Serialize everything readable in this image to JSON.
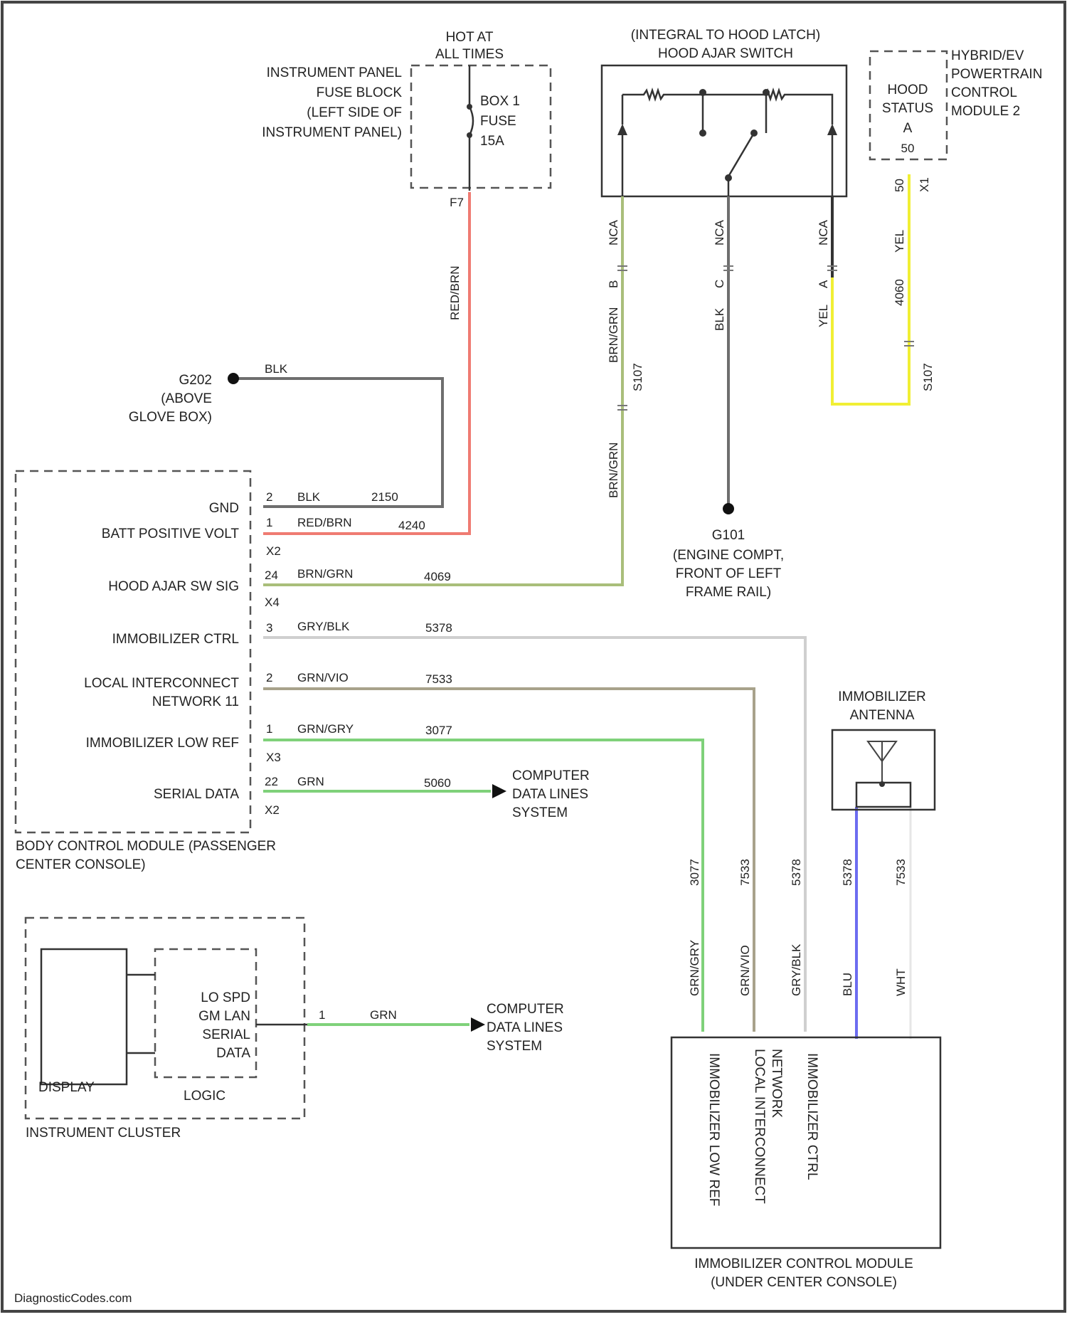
{
  "watermark": "DiagnosticCodes.com",
  "fuse": {
    "hot_label": [
      "HOT AT",
      "ALL TIMES"
    ],
    "block_label": [
      "INSTRUMENT PANEL",
      "FUSE BLOCK",
      "(LEFT SIDE OF",
      "INSTRUMENT PANEL)"
    ],
    "fuse_label": [
      "BOX 1",
      "FUSE",
      "15A"
    ]
  },
  "hood_switch": {
    "title": [
      "(INTEGRAL TO HOOD LATCH)",
      "HOOD AJAR SWITCH"
    ],
    "wire_ncb_left": "NCA",
    "wire_ncb_mid": "NCA",
    "wire_ncb_right": "NCA",
    "pin_b": "B",
    "pin_c": "C",
    "pin_a": "A",
    "wire_brn_grn_b": "BRN/GRN",
    "wire_blk_c": "BLK",
    "wire_yel_a": "YEL",
    "connector_s107a": "S107",
    "connector_s107b": "S107"
  },
  "hybrid_module": {
    "title": [
      "HYBRID/EV",
      "POWERTRAIN",
      "CONTROL",
      "MODULE 2"
    ],
    "status_label": [
      "HOOD",
      "STATUS"
    ],
    "pin_letter": "A",
    "connector": "X1",
    "pin": "50",
    "wire_color": "YEL",
    "circuit": "4060"
  },
  "ground_g202": {
    "name": "G202",
    "location": [
      "(ABOVE",
      "GLOVE BOX)"
    ],
    "wire": "BLK"
  },
  "ground_g101": {
    "name": "G101",
    "location": [
      "(ENGINE COMPT,",
      "FRONT OF LEFT",
      "FRAME RAIL)"
    ]
  },
  "circuits": {
    "red": "RED/BRN",
    "brngrn_vertical": "BRN/GRN",
    "brngrn_lower": "BRN/GRN",
    "circuit_4240": "4240",
    "pin_f7": "F7"
  },
  "bcm": {
    "title": [
      "BODY CONTROL MODULE (PASSENGER",
      "CENTER CONSOLE)"
    ],
    "rows": [
      {
        "label": "GND",
        "pin": "2",
        "color": "BLK",
        "circuit": "2150"
      },
      {
        "label": "BATT POSITIVE VOLT",
        "pin": "1",
        "color": "RED/BRN",
        "circuit": "4240",
        "conn": "X2"
      },
      {
        "label": "HOOD AJAR SW SIG",
        "pin": "24",
        "color": "BRN/GRN",
        "circuit": "4069",
        "conn": "X4"
      },
      {
        "label": "IMMOBILIZER CTRL",
        "pin": "3",
        "color": "GRY/BLK",
        "circuit": "5378"
      },
      {
        "label": "LOCAL INTERCONNECT",
        "label2": "NETWORK 11",
        "pin": "2",
        "color": "GRN/VIO",
        "circuit": "7533"
      },
      {
        "label": "IMMOBILIZER LOW REF",
        "pin": "1",
        "color": "GRN/GRY",
        "circuit": "3077",
        "conn": "X3"
      },
      {
        "label": "SERIAL DATA",
        "pin": "22",
        "color": "GRN",
        "circuit": "5060",
        "conn": "X2"
      }
    ]
  },
  "computer_data_1": [
    "COMPUTER",
    "DATA LINES",
    "SYSTEM"
  ],
  "computer_data_2": [
    "COMPUTER",
    "DATA LINES",
    "SYSTEM"
  ],
  "cluster": {
    "title": "INSTRUMENT CLUSTER",
    "display": "DISPLAY",
    "logic": "LOGIC",
    "logic_label": [
      "LO SPD",
      "GM LAN",
      "SERIAL",
      "DATA"
    ],
    "pin": "1",
    "wire": "GRN"
  },
  "antenna": {
    "title": [
      "IMMOBILIZER",
      "ANTENNA"
    ]
  },
  "icm": {
    "title": [
      "IMMOBILIZER CONTROL MODULE",
      "(UNDER CENTER CONSOLE)"
    ],
    "wires": [
      {
        "color": "GRN/GRY",
        "circuit": "3077"
      },
      {
        "color": "GRN/VIO",
        "circuit": "7533"
      },
      {
        "color": "GRY/BLK",
        "circuit": "5378"
      },
      {
        "color": "BLU",
        "circuit": "5378"
      },
      {
        "color": "WHT",
        "circuit": "7533"
      }
    ],
    "pin_labels": [
      "IMMOBILIZER LOW REF",
      "LOCAL INTERCONNECT",
      "NETWORK",
      "IMMOBILIZER CTRL"
    ]
  },
  "colors": {
    "red": "#ef7b72",
    "brngrn": "#a9be7a",
    "yellow": "#f1ef34",
    "blk": "#6e6e6e",
    "gry": "#cfcfcf",
    "grnvio": "#a8a28b",
    "grn": "#7fd17a",
    "blu": "#6c6cf0",
    "wht": "#e6e6e6"
  }
}
